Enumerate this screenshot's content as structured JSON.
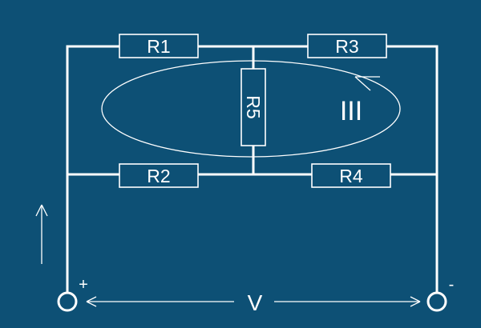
{
  "colors": {
    "background": "#0d5075",
    "lines": "#ffffff"
  },
  "resistors": {
    "r1": "R1",
    "r2": "R2",
    "r3": "R3",
    "r4": "R4",
    "r5": "R5"
  },
  "loop": {
    "label": "III"
  },
  "source": {
    "voltage_label": "V",
    "plus_sign": "+",
    "minus_sign": "-"
  },
  "icons": {
    "current_arrow": "arrow-up-icon",
    "voltage_arrow": "double-arrow-icon",
    "loop_direction": "loop-arrow-icon"
  }
}
